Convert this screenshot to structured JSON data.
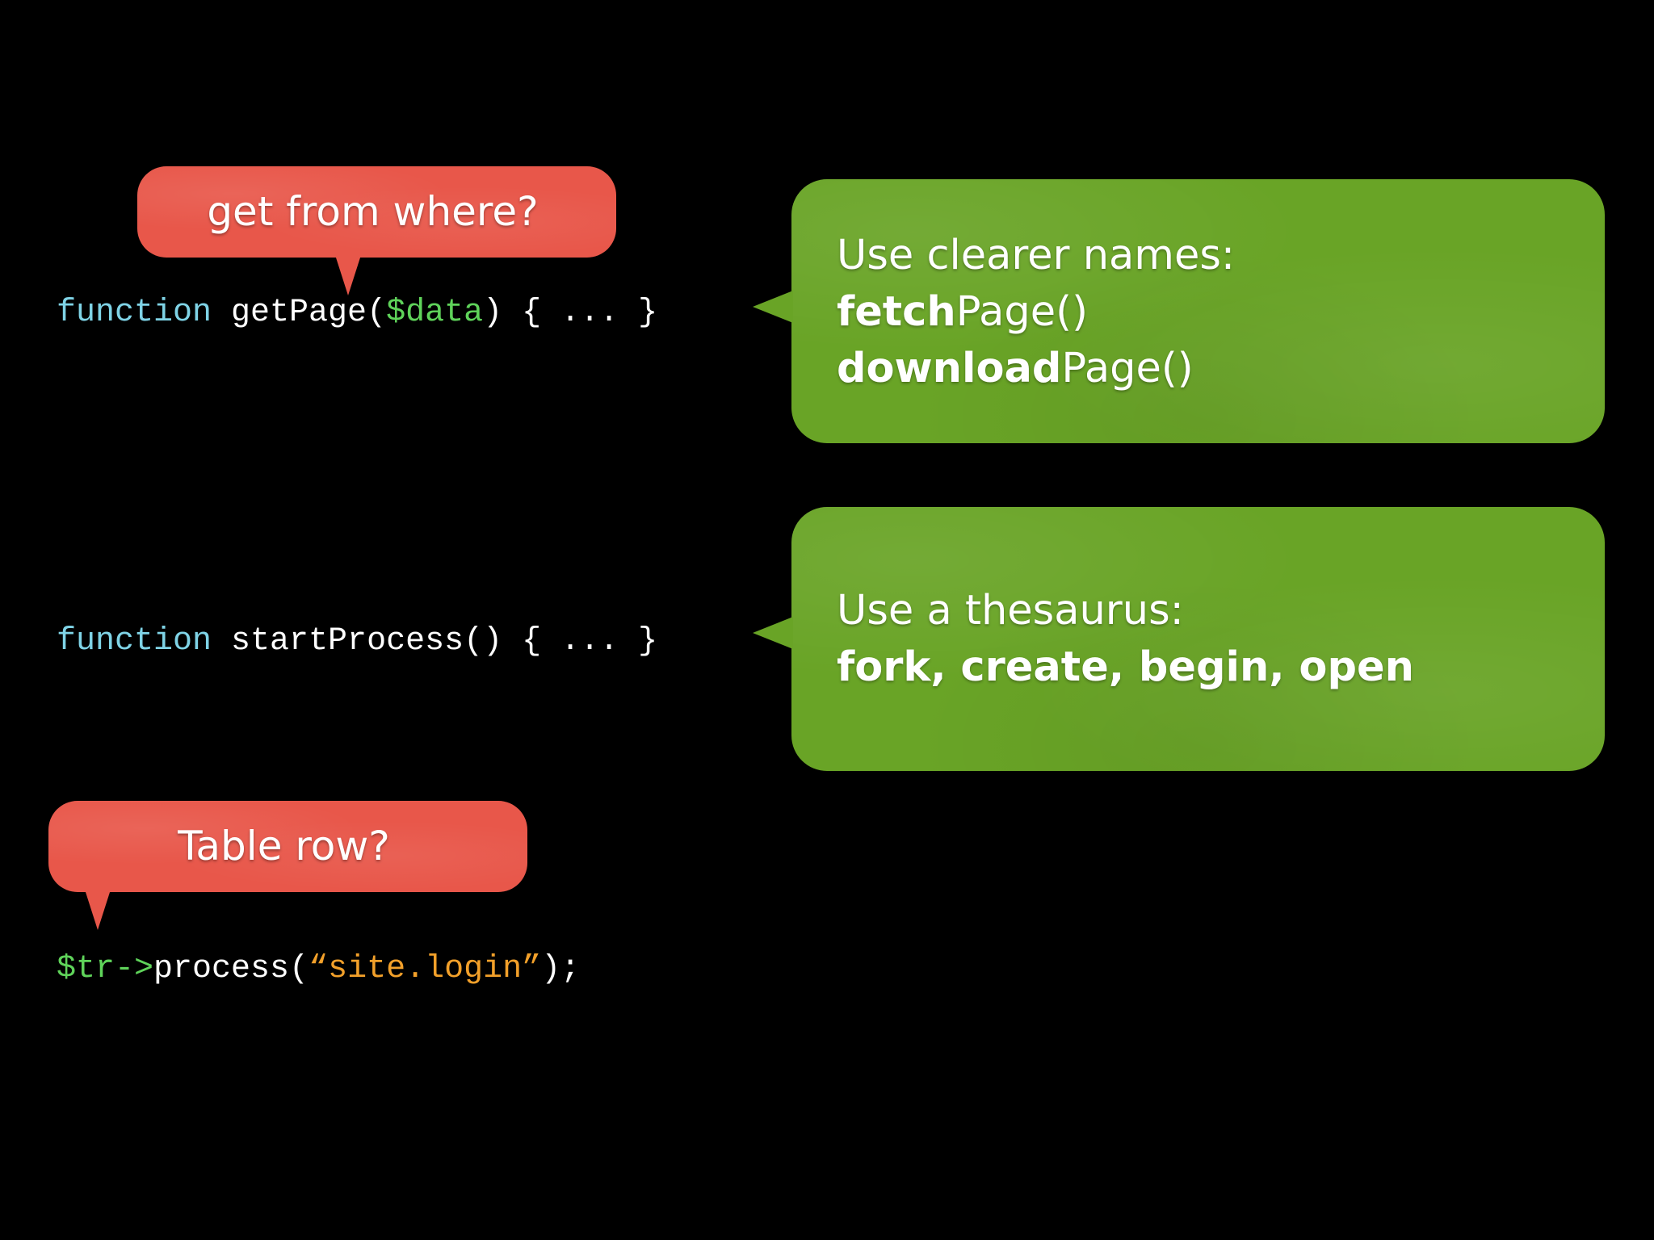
{
  "code_lines": [
    {
      "keyword": "function",
      "name_open": " getPage(",
      "var": "$data",
      "rest": ") { ... }"
    },
    {
      "keyword": "function",
      "rest": " startProcess() { ... }"
    },
    {
      "var": "$tr->",
      "call": "process(",
      "str": "“site.login”",
      "end": ");"
    }
  ],
  "callouts": {
    "get_from_where": "get from where?",
    "table_row": "Table row?"
  },
  "tips": {
    "names": {
      "heading": "Use clearer names:",
      "opt1_bold": "fetch",
      "opt1_rest": "Page()",
      "opt2_bold": "download",
      "opt2_rest": "Page()"
    },
    "thesaurus": {
      "heading": "Use a thesaurus:",
      "words": "fork, create, begin, open"
    }
  },
  "colors": {
    "background": "#000000",
    "keyword": "#7fd3e6",
    "variable": "#5fd35a",
    "string": "#f2a02a",
    "red_bubble": "#e8574a",
    "green_bubble": "#69a426"
  }
}
